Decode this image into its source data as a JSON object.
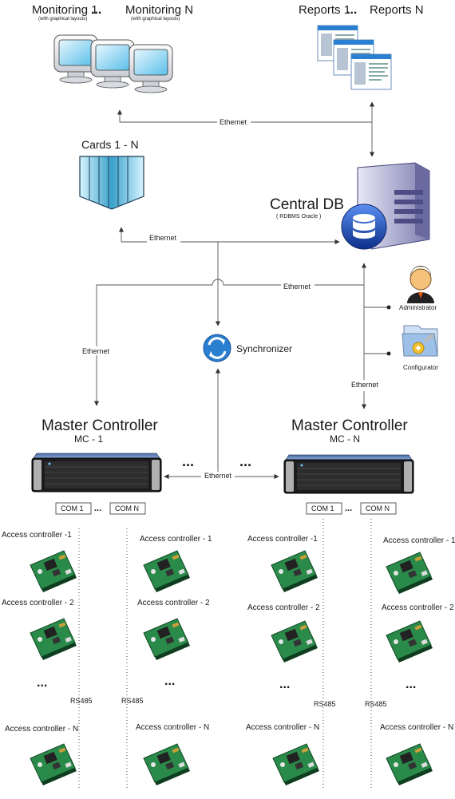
{
  "monitoring": {
    "title_1": "Monitoring 1",
    "title_n": "Monitoring N",
    "note": "(with graphical layouts)"
  },
  "reports": {
    "title_1": "Reports 1",
    "title_n": "Reports N"
  },
  "cards": {
    "title": "Cards 1 - N"
  },
  "central_db": {
    "title": "Central DB",
    "subtitle": "( RDBMS Oracle )"
  },
  "synchronizer": {
    "label": "Synchronizer"
  },
  "administrator": {
    "label": "Administrator"
  },
  "configurator": {
    "label": "Configurator"
  },
  "ethernet_label": "Ethernet",
  "master_1": {
    "title": "Master Controller",
    "subtitle": "MC  - 1"
  },
  "master_n": {
    "title": "Master Controller",
    "subtitle": "MC  - N"
  },
  "com": {
    "com1": "COM 1",
    "comn": "COM N"
  },
  "ellipsis": "...",
  "rs485_label": "RS485",
  "access": {
    "ac1_a": "Access controller -1",
    "ac1_b": "Access controller - 1",
    "ac2": "Access controller - 2",
    "acn": "Access controller - N"
  },
  "colors": {
    "ethernet": "#555555",
    "synchronizer": "#2a7fd0",
    "monitor_screen": "#6cc6f0",
    "cards": "#2a8bb3",
    "server": "#8888bb",
    "db": "#1b4fa8",
    "controller_board": "#2a8a4a",
    "rack": "#1c1c1c"
  }
}
